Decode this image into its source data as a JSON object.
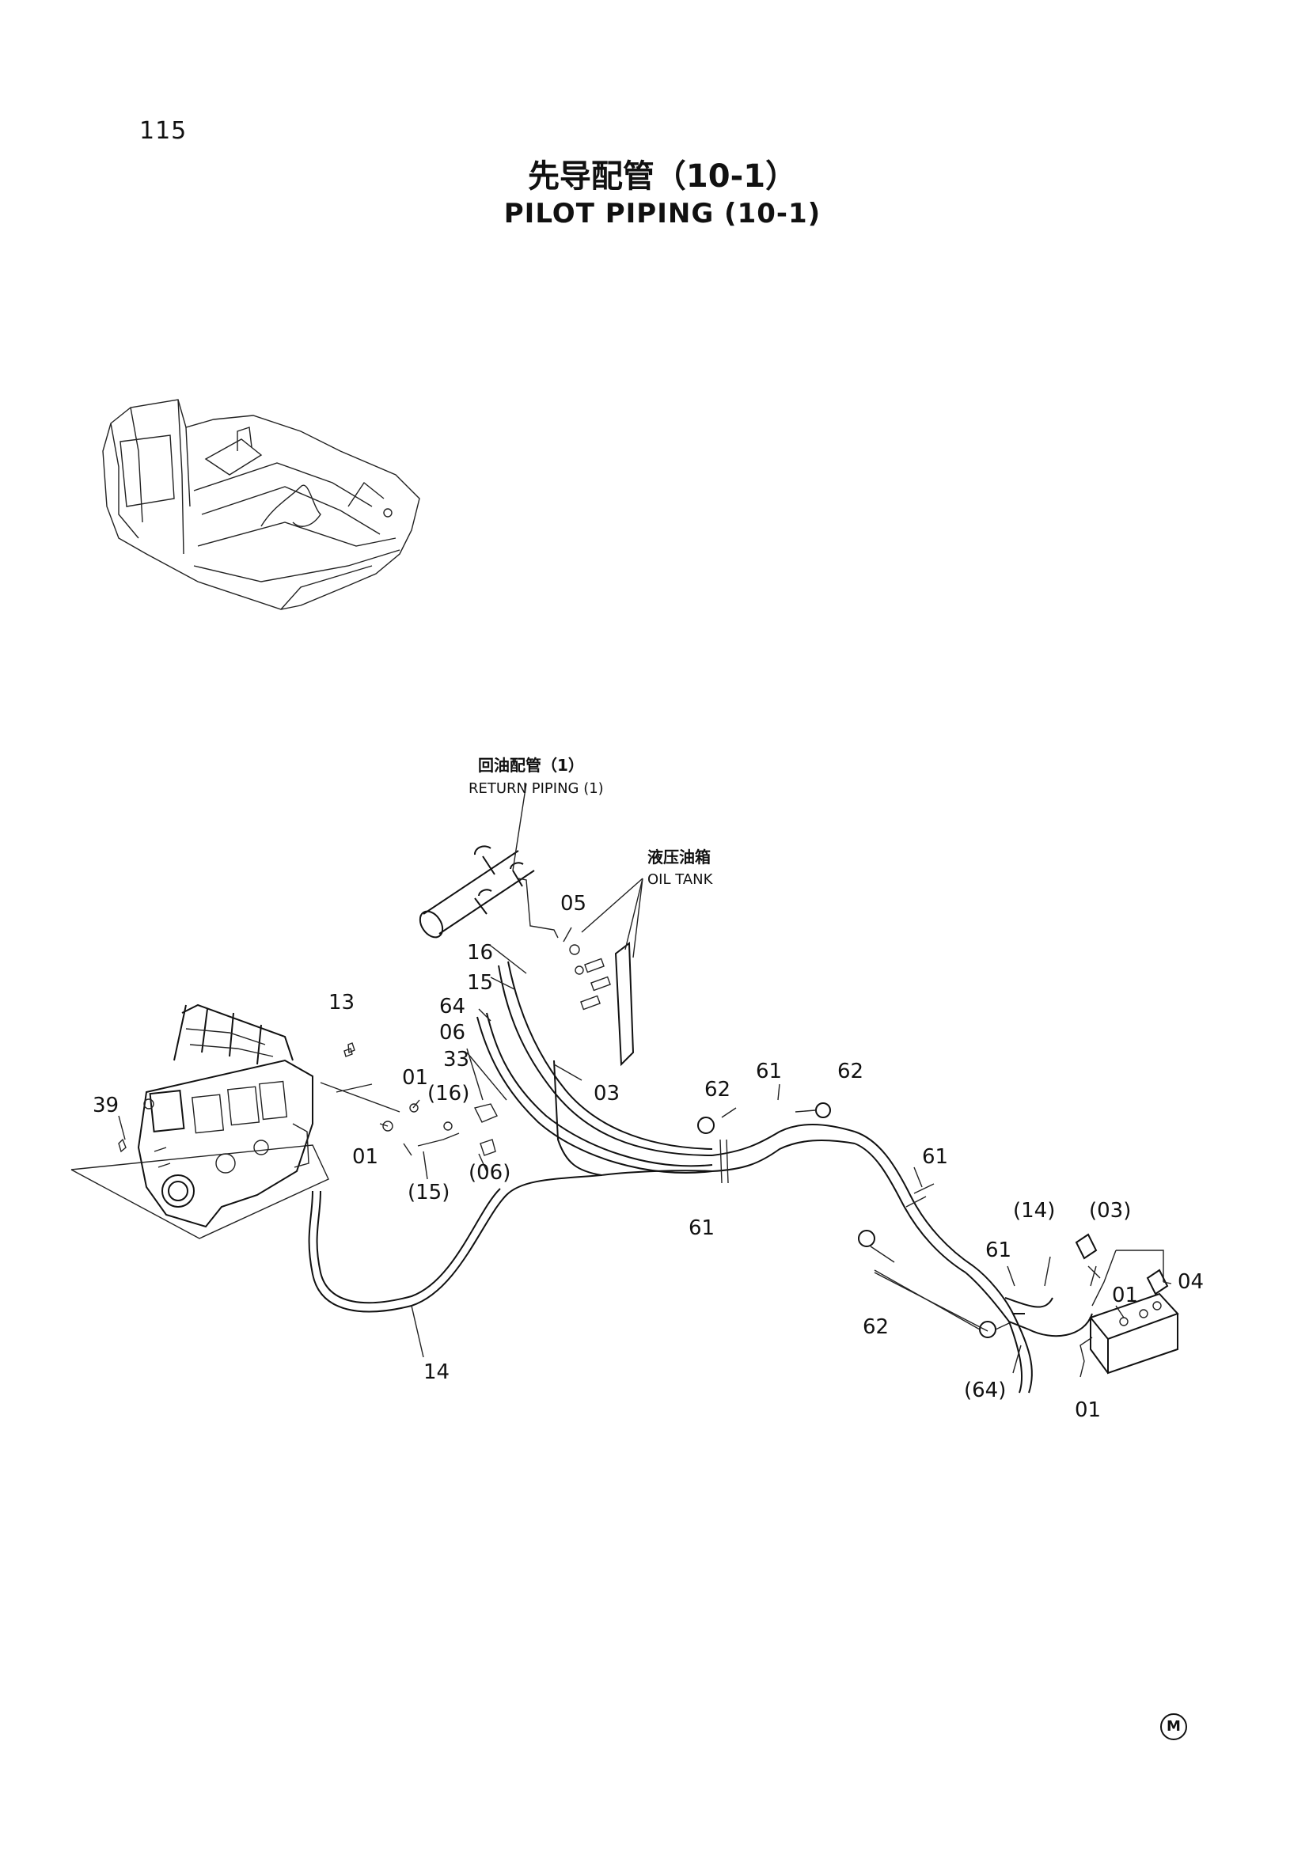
{
  "page_number": "115",
  "title_cn": "先导配管（10-1）",
  "title_en": "PILOT PIPING (10-1)",
  "callouts": {
    "return_piping_cn": "回油配管（1）",
    "return_piping_en": "RETURN PIPING (1)",
    "oil_tank_cn": "液压油箱",
    "oil_tank_en": "OIL TANK"
  },
  "part_labels": [
    {
      "id": "p05",
      "text": "05"
    },
    {
      "id": "p16",
      "text": "16"
    },
    {
      "id": "p15",
      "text": "15"
    },
    {
      "id": "p64",
      "text": "64"
    },
    {
      "id": "p06",
      "text": "06"
    },
    {
      "id": "p33",
      "text": "33"
    },
    {
      "id": "p03",
      "text": "03"
    },
    {
      "id": "p13",
      "text": "13"
    },
    {
      "id": "p01a",
      "text": "01"
    },
    {
      "id": "p16b",
      "text": "(16)"
    },
    {
      "id": "p39",
      "text": "39"
    },
    {
      "id": "p01b",
      "text": "01"
    },
    {
      "id": "p15b",
      "text": "(15)"
    },
    {
      "id": "p06b",
      "text": "(06)"
    },
    {
      "id": "p62a",
      "text": "62"
    },
    {
      "id": "p61a",
      "text": "61"
    },
    {
      "id": "p62b",
      "text": "62"
    },
    {
      "id": "p61b",
      "text": "61"
    },
    {
      "id": "p61c",
      "text": "61"
    },
    {
      "id": "p14b",
      "text": "(14)"
    },
    {
      "id": "p03b",
      "text": "(03)"
    },
    {
      "id": "p61d",
      "text": "61"
    },
    {
      "id": "p04",
      "text": "04"
    },
    {
      "id": "p01c",
      "text": "01"
    },
    {
      "id": "p62c",
      "text": "62"
    },
    {
      "id": "p14",
      "text": "14"
    },
    {
      "id": "p64b",
      "text": "(64)"
    },
    {
      "id": "p01d",
      "text": "01"
    }
  ],
  "mark": "M"
}
